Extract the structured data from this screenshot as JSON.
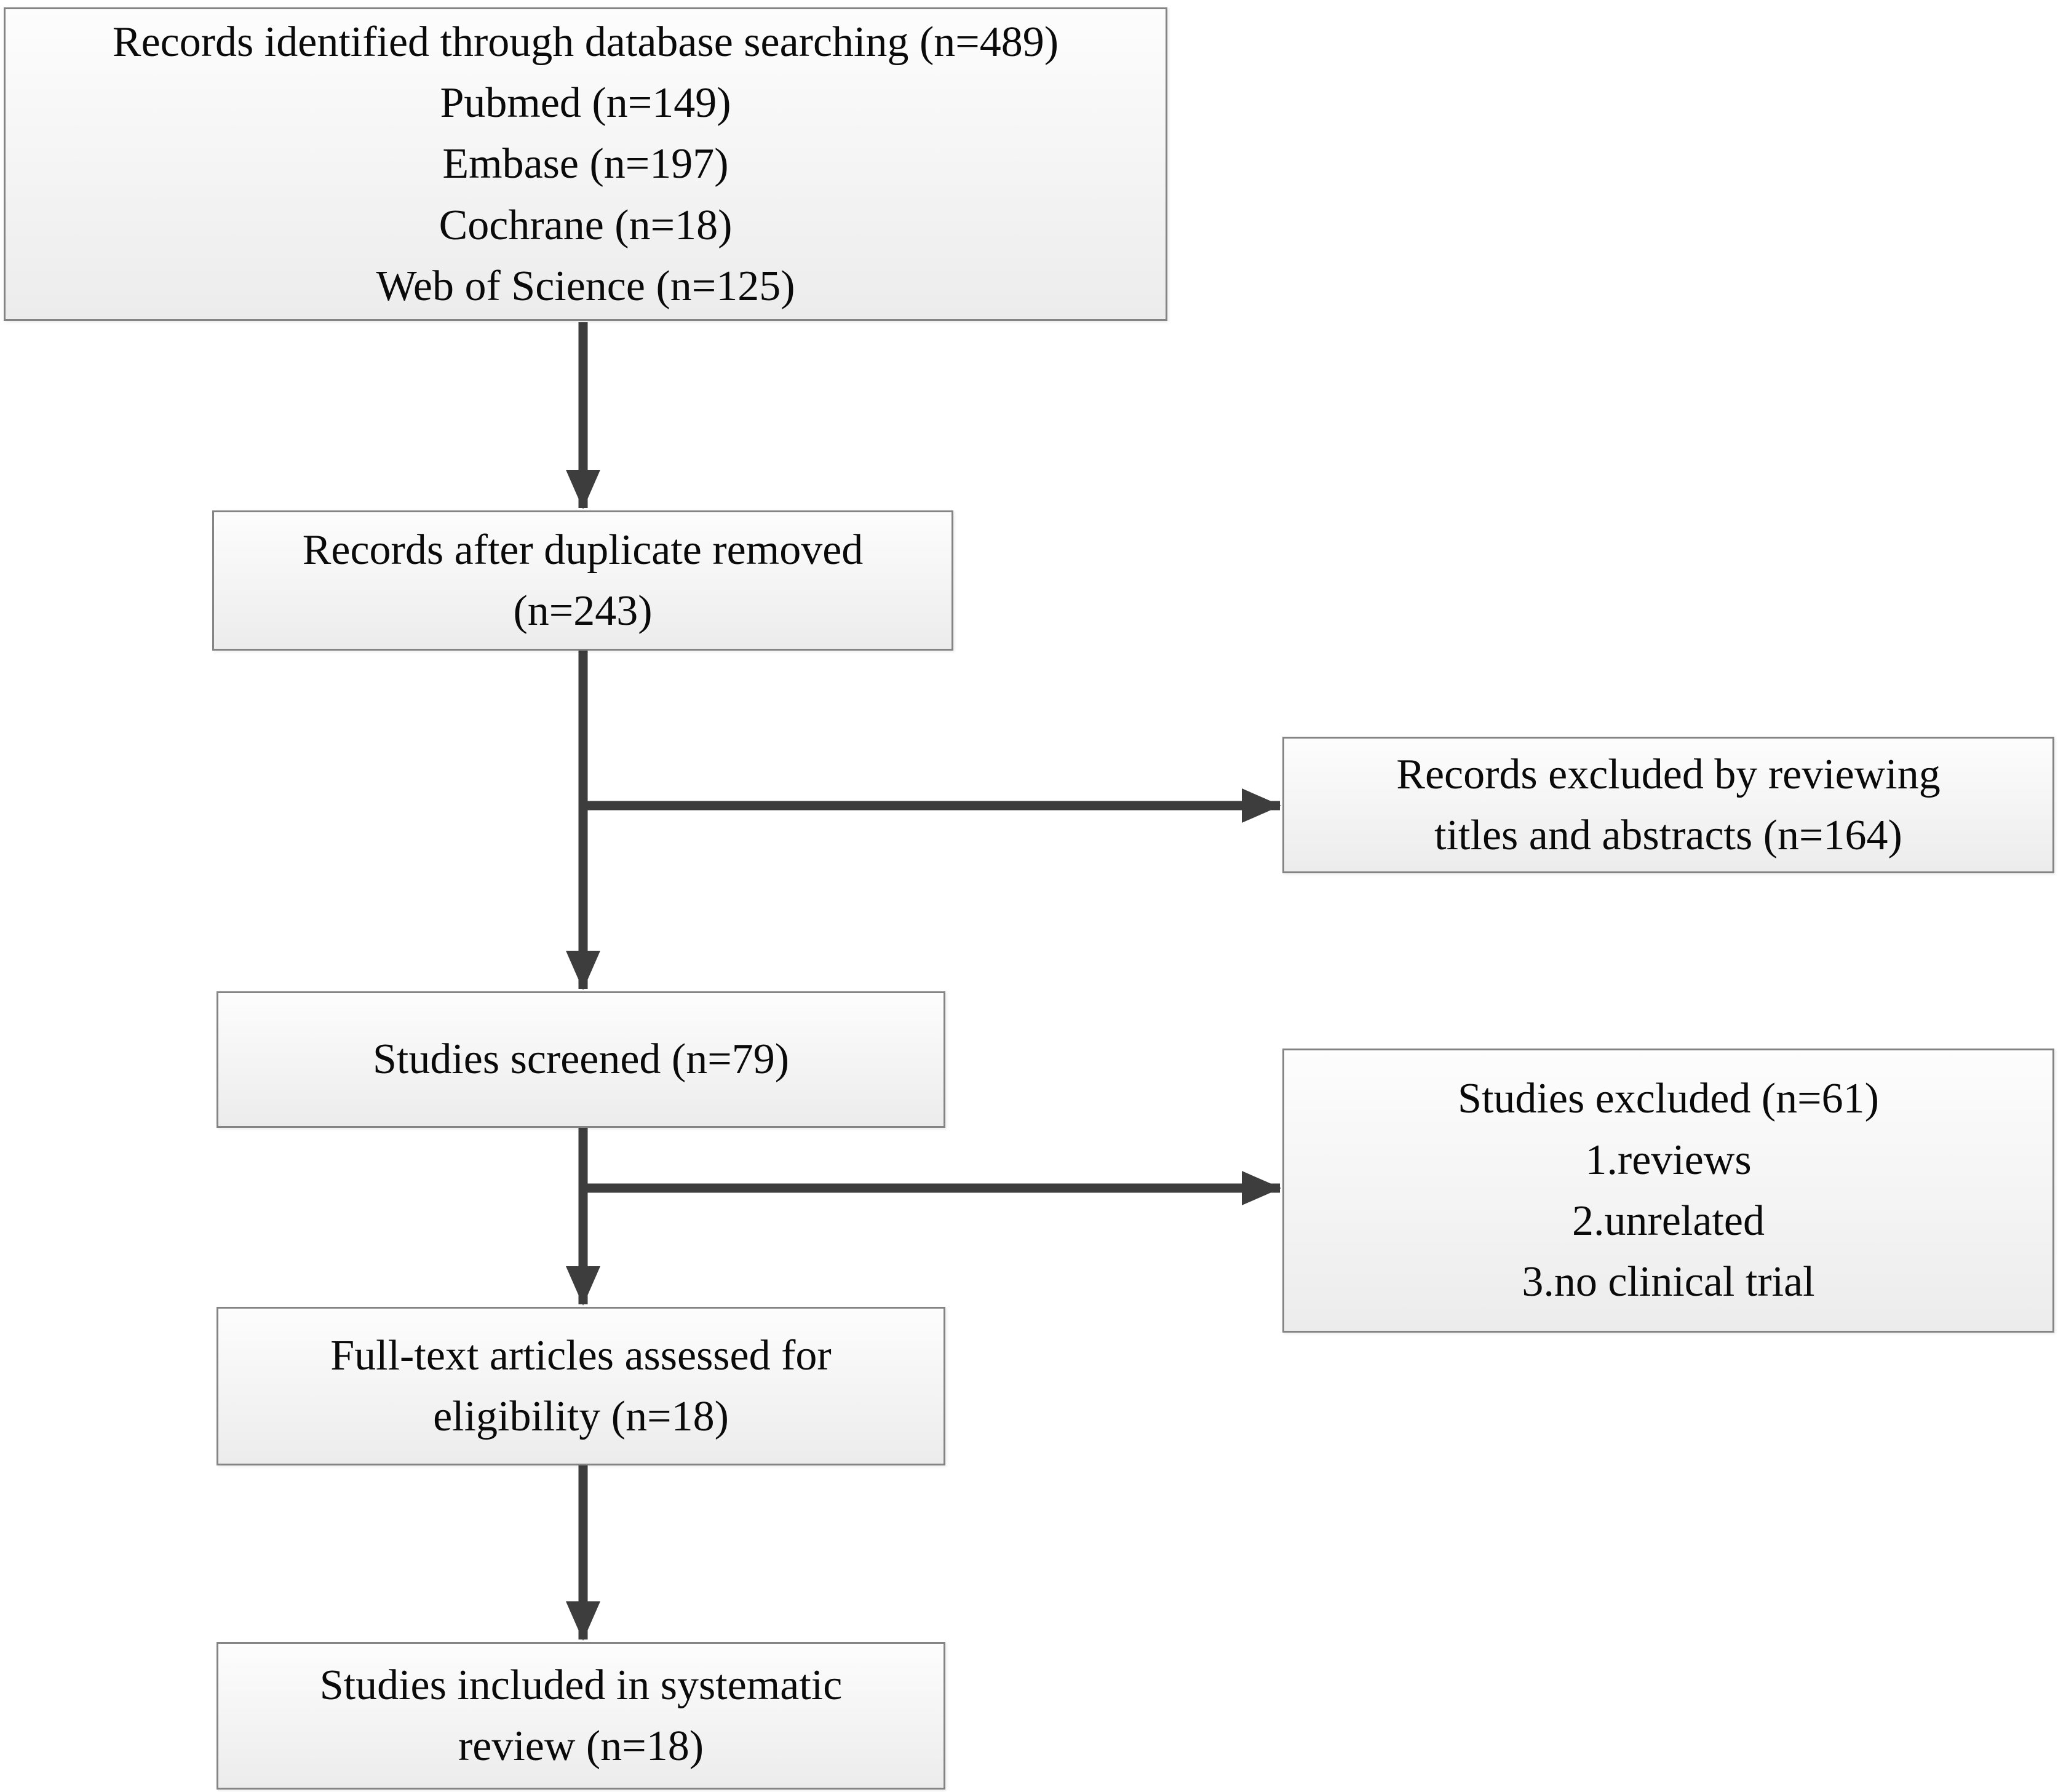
{
  "colors": {
    "arrow": "#3d3d3d",
    "border": "#848484",
    "text": "#0a0a0a"
  },
  "diagram": {
    "type": "prisma-flowchart",
    "boxes": {
      "identified": {
        "lines": [
          "Records identified through database searching (n=489)",
          "Pubmed (n=149)",
          "Embase (n=197)",
          "Cochrane (n=18)",
          "Web of Science (n=125)"
        ]
      },
      "duplicates": {
        "lines": [
          "Records after duplicate removed",
          "(n=243)"
        ]
      },
      "excluded_titles": {
        "lines": [
          "Records excluded by reviewing",
          "titles and abstracts (n=164)"
        ]
      },
      "screened": {
        "lines": [
          "Studies screened (n=79)"
        ]
      },
      "excluded_studies": {
        "lines": [
          "Studies excluded (n=61)",
          "1.reviews",
          "2.unrelated",
          "3.no clinical trial"
        ]
      },
      "fulltext": {
        "lines": [
          "Full-text articles assessed for",
          "eligibility (n=18)"
        ]
      },
      "included": {
        "lines": [
          "Studies included in systematic",
          "review (n=18)"
        ]
      }
    }
  }
}
